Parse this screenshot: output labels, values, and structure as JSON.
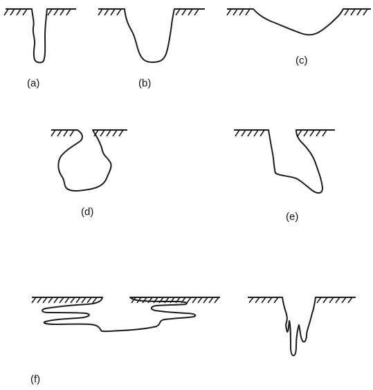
{
  "figure": {
    "panels": [
      {
        "key": "a",
        "label": "(a)"
      },
      {
        "key": "b",
        "label": "(b)"
      },
      {
        "key": "c",
        "label": "(c)"
      },
      {
        "key": "d",
        "label": "(d)"
      },
      {
        "key": "e",
        "label": "(e)"
      },
      {
        "key": "f",
        "label": "(f)"
      }
    ]
  }
}
